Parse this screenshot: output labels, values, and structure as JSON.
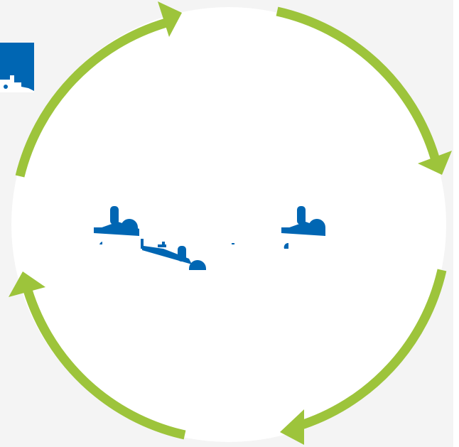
{
  "diagram": {
    "type": "cycle",
    "arrow_count": 4,
    "arrow_direction": "clockwise",
    "icon_count": 3,
    "colors": {
      "panel_background": "#f4f4f4",
      "circle_fill": "#ffffff",
      "arrow": "#9dc43b",
      "icon": "#0066b3"
    },
    "icons": [
      {
        "name": "machine-icon"
      },
      {
        "name": "machine-icon"
      },
      {
        "name": "machine-icon"
      }
    ]
  }
}
